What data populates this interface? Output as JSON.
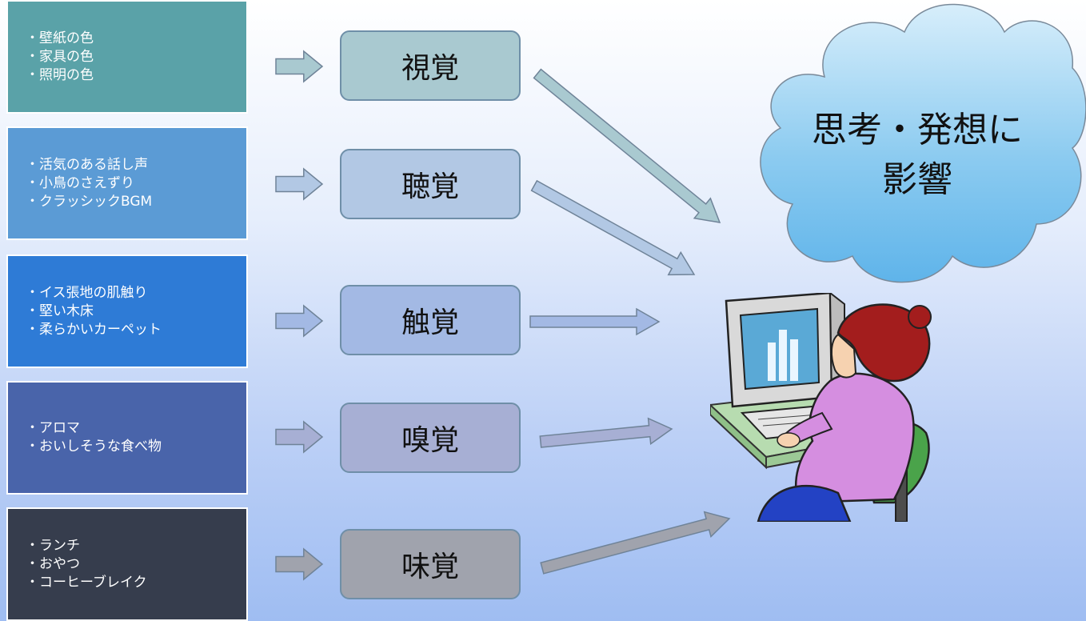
{
  "sources": [
    {
      "name": "visual-sources",
      "lines": [
        "・壁紙の色",
        "・家具の色",
        "・照明の色"
      ],
      "color": "#5aa2a8"
    },
    {
      "name": "auditory-sources",
      "lines": [
        "・活気のある話し声",
        "・小鳥のさえずり",
        "・クラッシックBGM"
      ],
      "color": "#5b9bd5"
    },
    {
      "name": "tactile-sources",
      "lines": [
        "・イス張地の肌触り",
        "・堅い木床",
        "・柔らかいカーペット"
      ],
      "color": "#2e7bd6"
    },
    {
      "name": "olfactory-sources",
      "lines": [
        "・アロマ",
        "・おいしそうな食べ物"
      ],
      "color": "#4964aa"
    },
    {
      "name": "gustatory-sources",
      "lines": [
        "・ランチ",
        "・おやつ",
        "・コーヒーブレイク"
      ],
      "color": "#363d4d"
    }
  ],
  "senses": [
    {
      "name": "sense-vision",
      "label": "視覚",
      "fill": "#a9c9d0"
    },
    {
      "name": "sense-hearing",
      "label": "聴覚",
      "fill": "#b2c8e4"
    },
    {
      "name": "sense-touch",
      "label": "触覚",
      "fill": "#a3b9e4"
    },
    {
      "name": "sense-smell",
      "label": "嗅覚",
      "fill": "#a7afd4"
    },
    {
      "name": "sense-taste",
      "label": "味覚",
      "fill": "#a0a3ad"
    }
  ],
  "result": {
    "line1": "思考・発想に",
    "line2": "影響"
  }
}
